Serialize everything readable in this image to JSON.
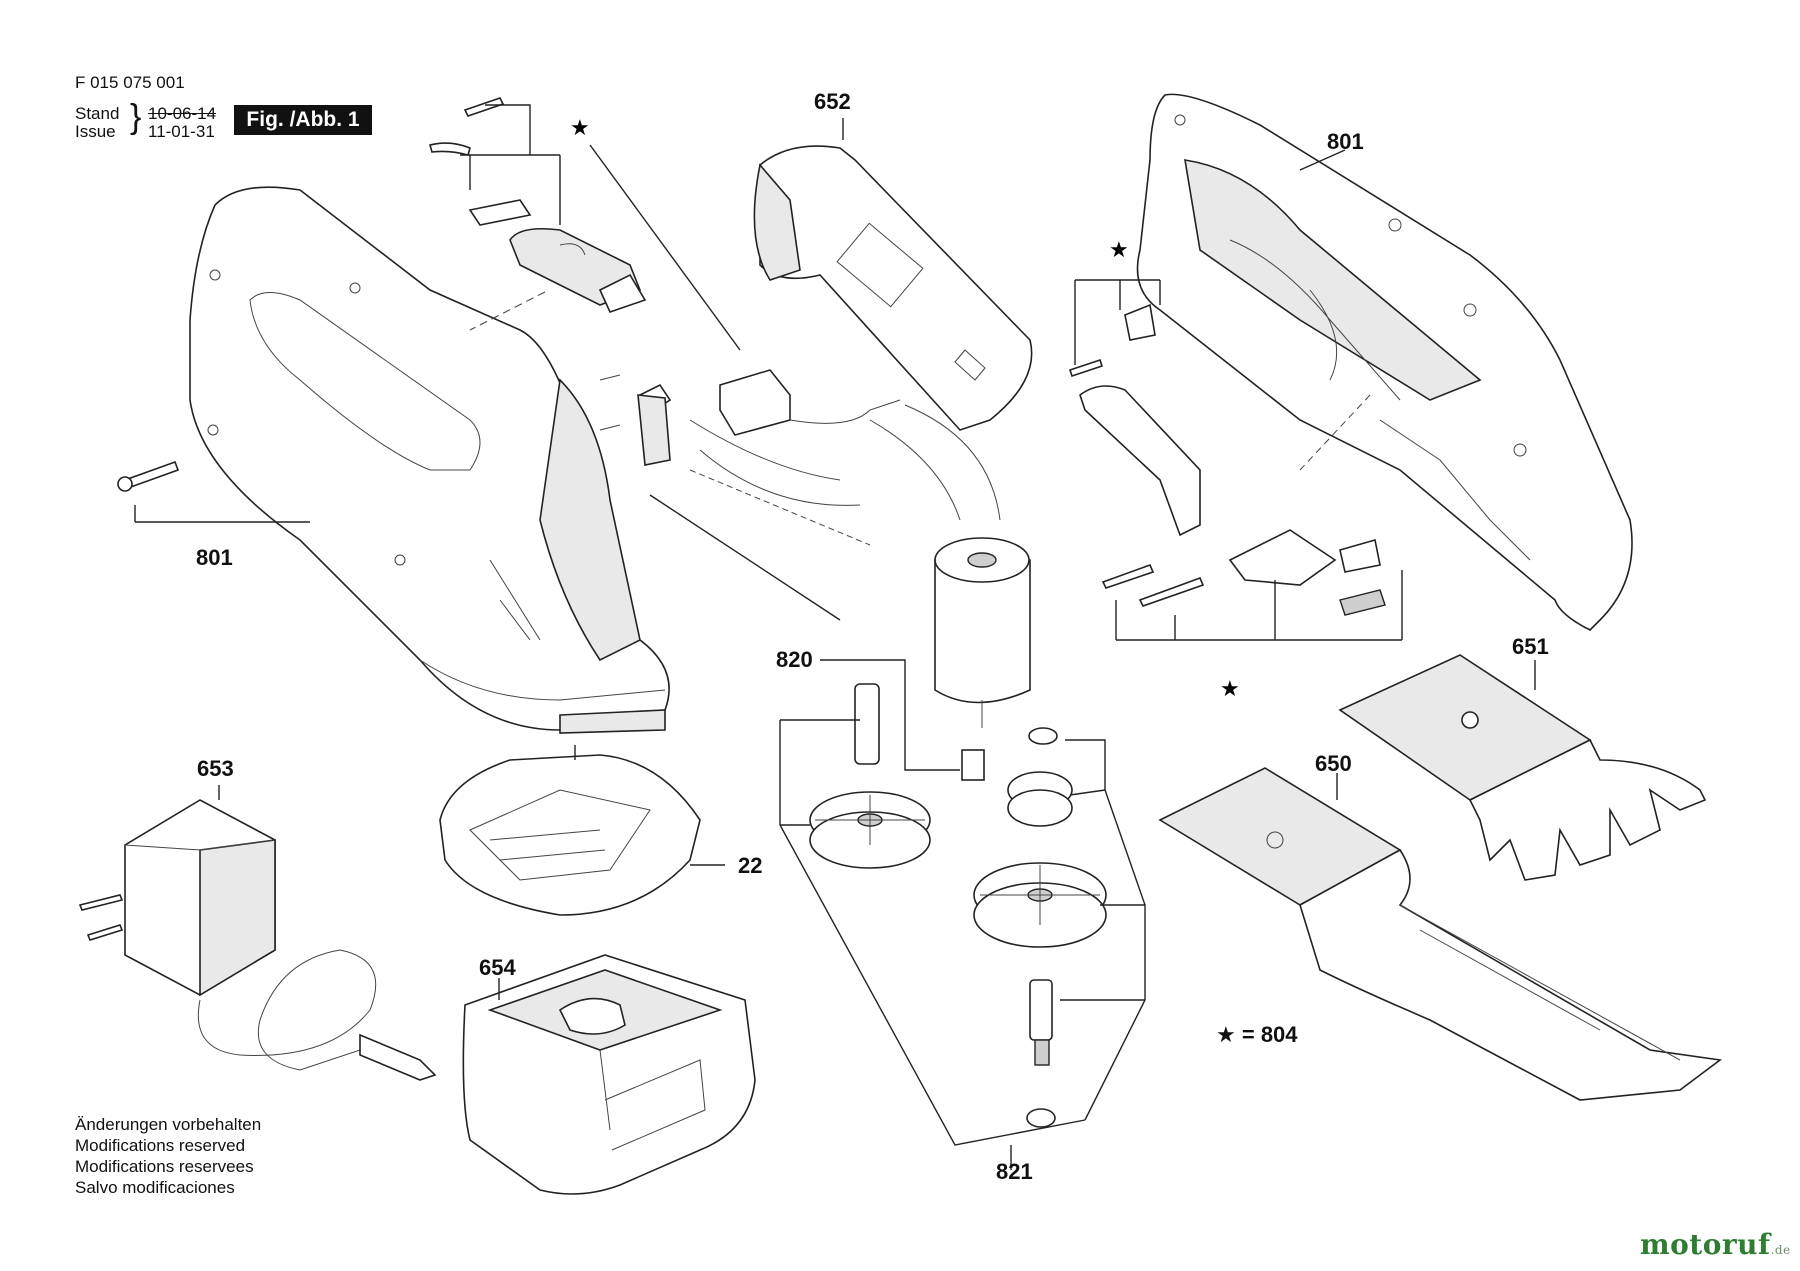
{
  "header": {
    "part_number": "F 015 075 001",
    "stand_label": "Stand",
    "issue_label": "Issue",
    "stand_date": "10-06-14",
    "issue_date": "11-01-31",
    "figure_label": "Fig. /Abb. 1"
  },
  "callouts": {
    "c652": "652",
    "c801_top": "801",
    "c801_left": "801",
    "c820": "820",
    "c653": "653",
    "c22": "22",
    "c651": "651",
    "c650": "650",
    "c654": "654",
    "c821": "821"
  },
  "legend": {
    "star": "★",
    "text": "= 804"
  },
  "notes": [
    "Änderungen vorbehalten",
    "Modifications reserved",
    "Modifications reservees",
    "Salvo modificaciones"
  ],
  "watermark": {
    "main": "motoruf",
    "suffix": ".de"
  },
  "icons": [
    "star-icon",
    "screw-icon",
    "spring-icon",
    "gear-icon",
    "motor-icon",
    "battery-icon",
    "charger-icon",
    "adapter-icon",
    "blade-icon"
  ]
}
